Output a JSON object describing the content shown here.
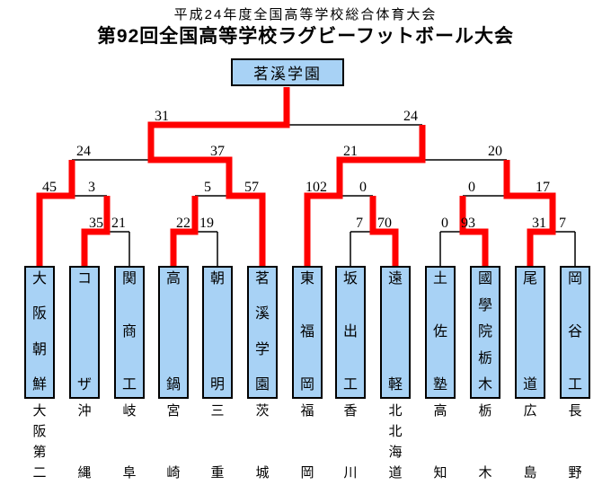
{
  "title": {
    "line1": "平成24年度全国高等学校総合体育大会",
    "line2": "第92回全国高等学校ラグビーフットボール大会"
  },
  "champion": {
    "name": "茗溪学園"
  },
  "teams": [
    {
      "name": "大阪朝鮮",
      "prefecture": "大阪第二"
    },
    {
      "name": "コザ",
      "prefecture": "沖縄"
    },
    {
      "name": "関商工",
      "prefecture": "岐阜"
    },
    {
      "name": "高鍋",
      "prefecture": "宮崎"
    },
    {
      "name": "朝明",
      "prefecture": "三重"
    },
    {
      "name": "茗溪学園",
      "prefecture": "茨城"
    },
    {
      "name": "東福岡",
      "prefecture": "福岡"
    },
    {
      "name": "坂出工",
      "prefecture": "香川"
    },
    {
      "name": "遠軽",
      "prefecture": "北北海道"
    },
    {
      "name": "土佐塾",
      "prefecture": "高知"
    },
    {
      "name": "國學院栃木",
      "prefecture": "栃木"
    },
    {
      "name": "尾道",
      "prefecture": "広島"
    },
    {
      "name": "岡谷工",
      "prefecture": "長野"
    }
  ],
  "rounds": {
    "final": {
      "left_team": "茗溪学園",
      "right_team": "東福岡",
      "left_score": "31",
      "right_score": "24",
      "winner": "left"
    },
    "sf1": {
      "left_team": "大阪朝鮮",
      "right_team": "茗溪学園",
      "left_score": "24",
      "right_score": "37",
      "winner": "right"
    },
    "sf2": {
      "left_team": "東福岡",
      "right_team": "尾道",
      "left_score": "21",
      "right_score": "20",
      "winner": "left"
    },
    "qf1": {
      "left_team": "大阪朝鮮",
      "right_team": "コザ",
      "left_score": "45",
      "right_score": "3",
      "winner": "left"
    },
    "qf2": {
      "left_team": "高鍋",
      "right_team": "茗溪学園",
      "left_score": "5",
      "right_score": "57",
      "winner": "right"
    },
    "qf3": {
      "left_team": "東福岡",
      "right_team": "遠軽",
      "left_score": "102",
      "right_score": "0",
      "winner": "left"
    },
    "qf4": {
      "left_team": "國學院栃木",
      "right_team": "尾道",
      "left_score": "0",
      "right_score": "17",
      "winner": "right"
    },
    "r1a": {
      "left_team": "コザ",
      "right_team": "関商工",
      "left_score": "35",
      "right_score": "21",
      "winner": "left"
    },
    "r1b": {
      "left_team": "高鍋",
      "right_team": "朝明",
      "left_score": "22",
      "right_score": "19",
      "winner": "left"
    },
    "r1c": {
      "left_team": "坂出工",
      "right_team": "遠軽",
      "left_score": "7",
      "right_score": "70",
      "winner": "right"
    },
    "r1d": {
      "left_team": "土佐塾",
      "right_team": "國學院栃木",
      "left_score": "0",
      "right_score": "93",
      "winner": "right"
    },
    "r1e": {
      "left_team": "尾道",
      "right_team": "岡谷工",
      "left_score": "31",
      "right_score": "7",
      "winner": "right"
    }
  },
  "colors": {
    "box_fill": "#a8d2f5",
    "winner_path": "#ff0000",
    "line": "#000000"
  }
}
